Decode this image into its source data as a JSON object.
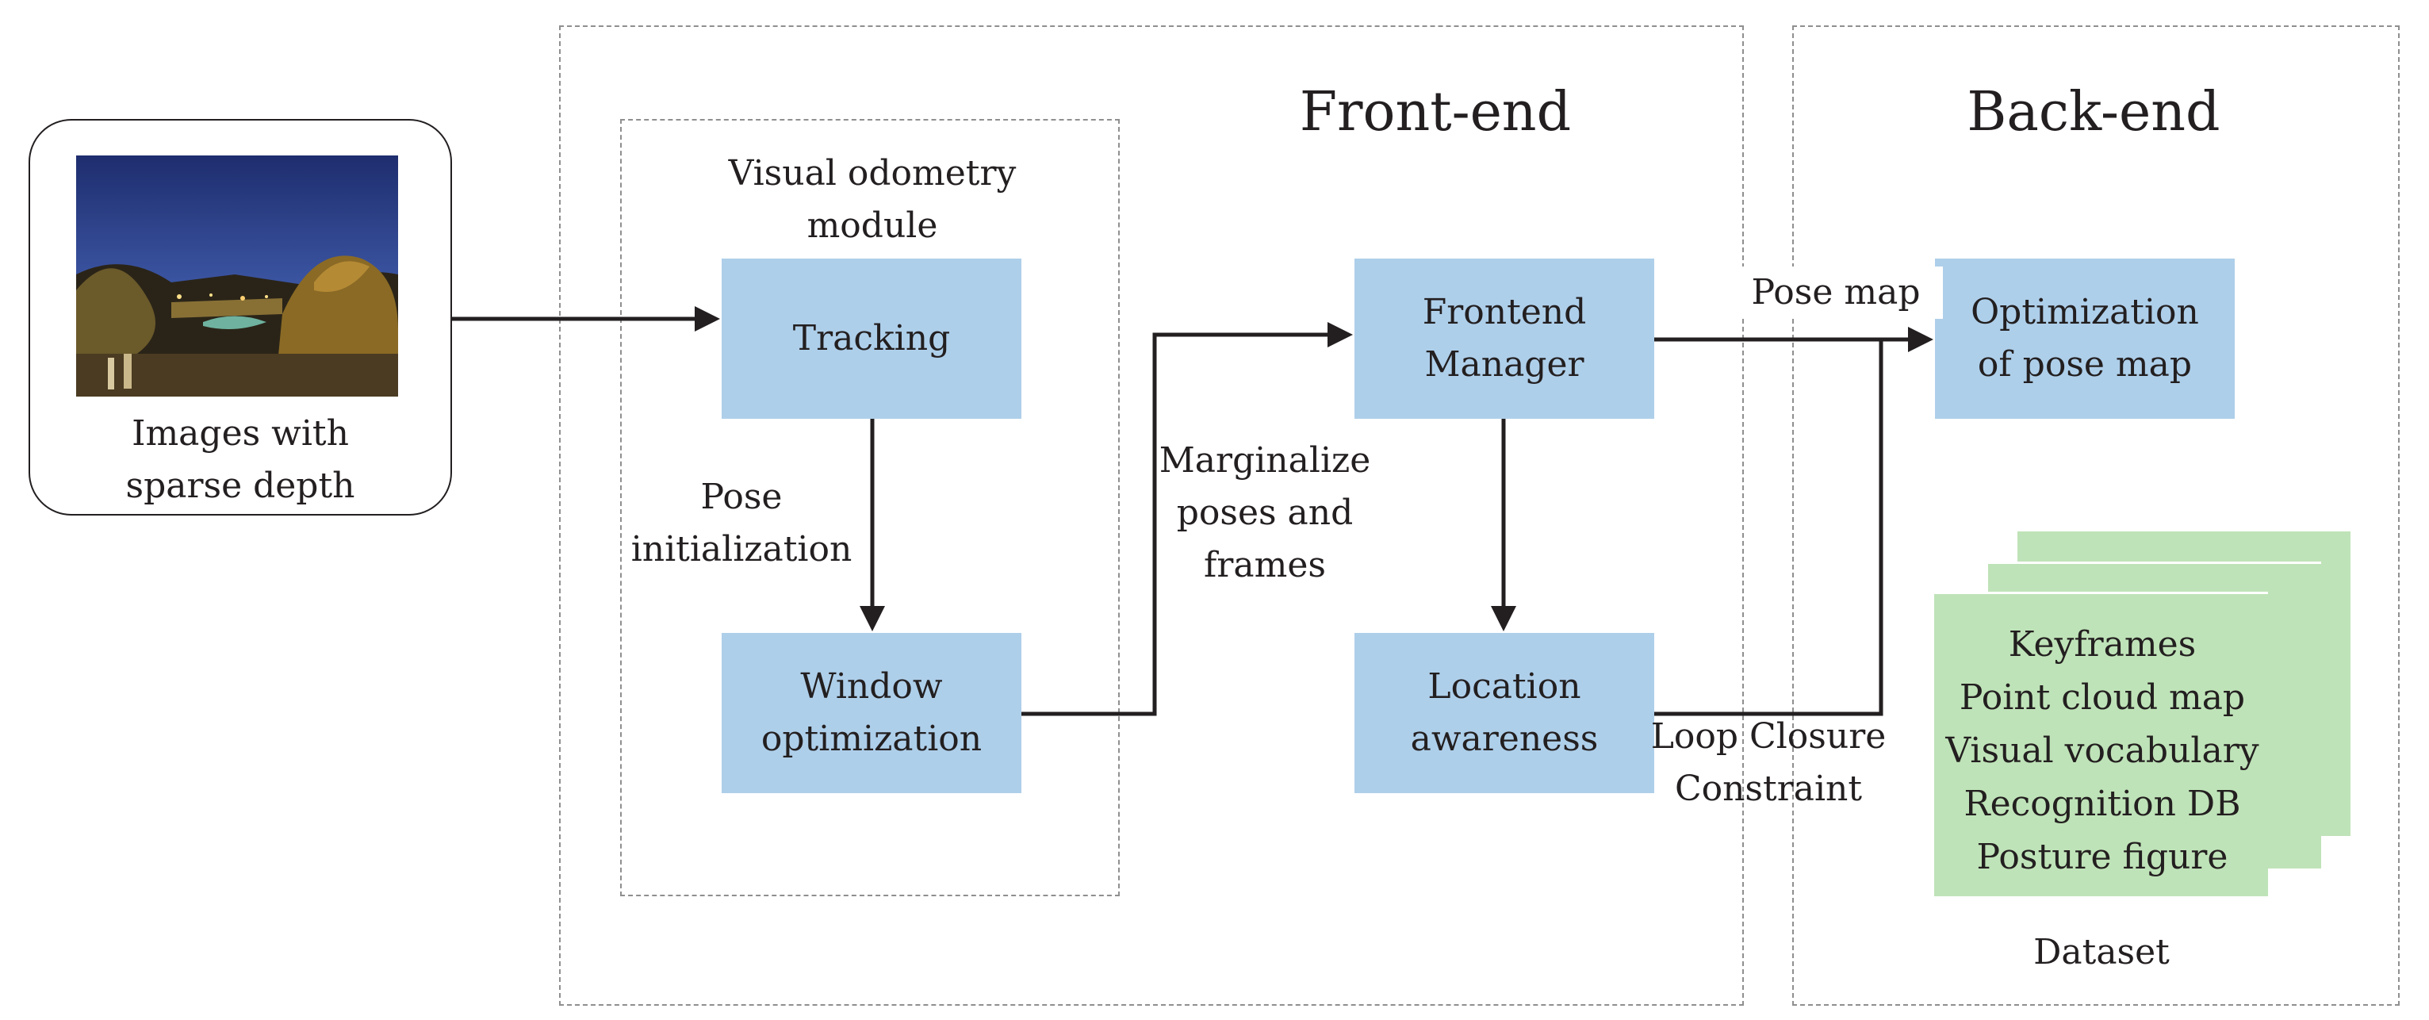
{
  "sections": {
    "frontend_title": "Front-end",
    "backend_title": "Back-end"
  },
  "input": {
    "caption": [
      "Images with",
      "sparse depth"
    ],
    "thumbnail_icon": "night-city-photo"
  },
  "vo_module": {
    "title": [
      "Visual odometry",
      "module"
    ],
    "tracking": [
      "Tracking"
    ],
    "window_opt": [
      "Window",
      "optimization"
    ],
    "pose_init": [
      "Pose",
      "initialization"
    ]
  },
  "frontend": {
    "marginalize": [
      "Marginalize",
      "poses and",
      "frames"
    ],
    "manager": [
      "Frontend",
      "Manager"
    ],
    "location": [
      "Location",
      "awareness"
    ],
    "loop_closure": [
      "Loop Closure",
      "Constraint"
    ],
    "pose_map_label": "Pose map"
  },
  "backend": {
    "optimization": [
      "Optimization",
      "of pose map"
    ],
    "dataset_items": [
      "Keyframes",
      "Point cloud map",
      "Visual vocabulary",
      "Recognition DB",
      "Posture figure"
    ],
    "dataset_label": "Dataset"
  },
  "colors": {
    "box_blue": "#aecfea",
    "box_green": "#bfe3b8",
    "line": "#231f20",
    "dashed_border": "#8f8f8f"
  }
}
